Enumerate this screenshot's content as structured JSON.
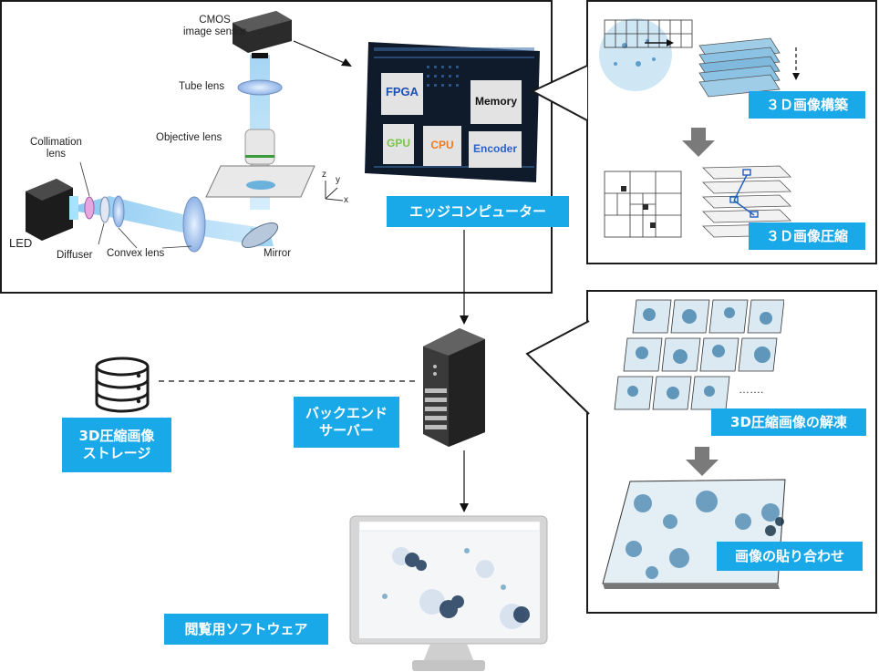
{
  "optics": {
    "cmos": "CMOS",
    "cmos2": "image sensor",
    "tube_lens": "Tube lens",
    "objective_lens": "Objective lens",
    "collimation": "Collimation",
    "collimation2": "lens",
    "led": "LED",
    "diffuser": "Diffuser",
    "convex_lens": "Convex lens",
    "mirror": "Mirror",
    "axis_z": "z",
    "axis_y": "y",
    "axis_x": "x"
  },
  "chip": {
    "fpga": "FPGA",
    "memory": "Memory",
    "gpu": "GPU",
    "cpu": "CPU",
    "encoder": "Encoder",
    "colors": {
      "fpga": "#1d4fb8",
      "memory": "#111111",
      "gpu": "#7cc34a",
      "cpu": "#f07b1f",
      "encoder": "#2a62c9"
    }
  },
  "labels": {
    "edge_computer": "エッジコンピューター",
    "backend_server_line1": "バックエンド",
    "backend_server_line2": "サーバー",
    "storage_line1": "3D圧縮画像",
    "storage_line2": "ストレージ",
    "viewer_software": "閲覧用ソフトウェア",
    "reconstruct_3d": "３Ｄ画像構築",
    "compress_3d": "３Ｄ画像圧縮",
    "decompress": "3D圧縮画像の解凍",
    "stitching": "画像の貼り合わせ",
    "dots": "……."
  },
  "colors": {
    "accent": "#19a9e8",
    "border": "#1b1b1b",
    "arrow_gray": "#7a7a7a"
  },
  "icons": {
    "storage": "database-icon",
    "server": "server-tower-icon",
    "monitor": "monitor-icon",
    "chip": "processor-chip-icon"
  }
}
